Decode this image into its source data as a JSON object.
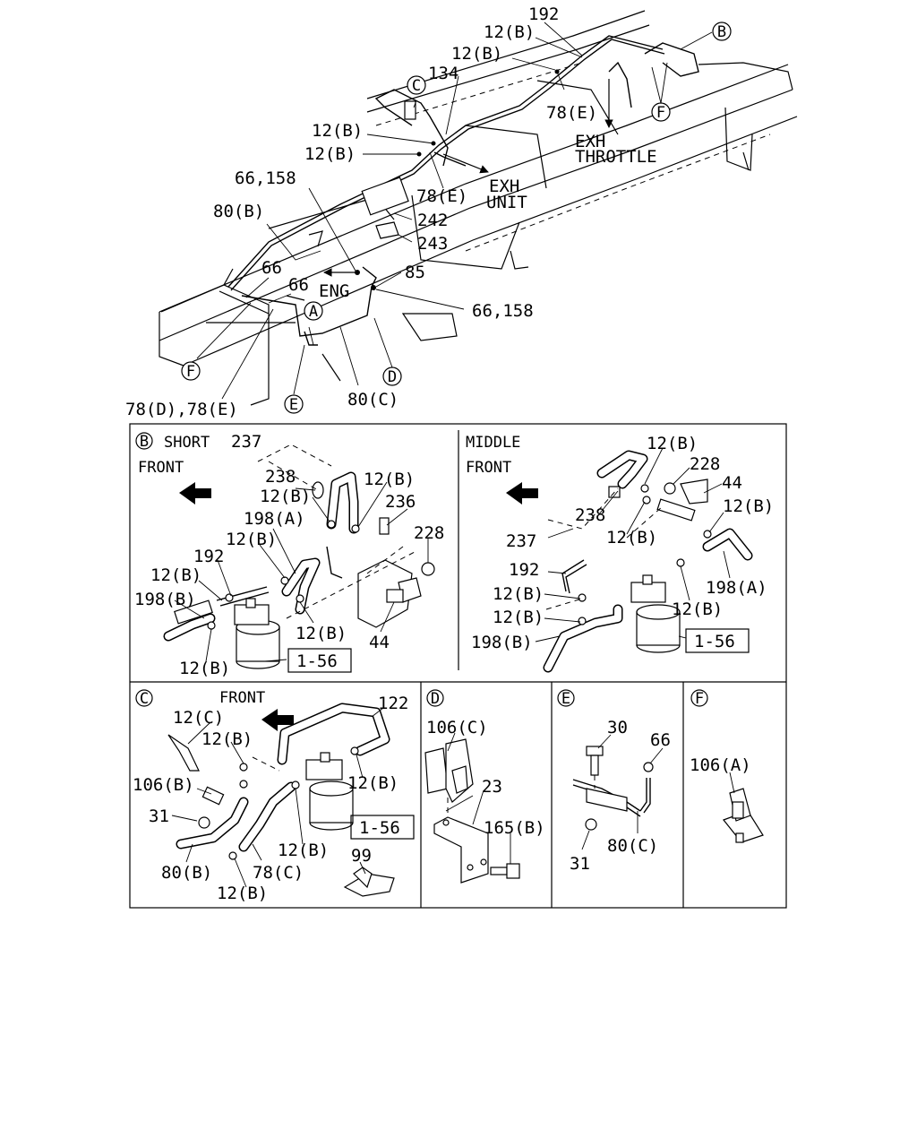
{
  "main": {
    "labels": {
      "p192": "192",
      "b12_1": "12(B)",
      "b12_2": "12(B)",
      "b134": "134",
      "b12_3": "12(B)",
      "b12_4": "12(B)",
      "e78_1": "78(E)",
      "e78_2": "78(E)",
      "l66_158_a": "66,158",
      "l80b": "80(B)",
      "l242": "242",
      "l243": "243",
      "l66_a": "66",
      "l66_b": "66",
      "l85": "85",
      "l66_158_b": "66,158",
      "l78d78e": "78(D),78(E)",
      "l80c": "80(C)",
      "exh1": "EXH",
      "unit": "UNIT",
      "exh2": "EXH",
      "throttle": "THROTTLE",
      "eng": "ENG"
    },
    "callouts": {
      "A": "A",
      "B": "B",
      "C": "C",
      "D": "D",
      "E": "E",
      "F": "F"
    }
  },
  "panels": {
    "b_short": {
      "letter": "B",
      "title": "SHORT",
      "front": "FRONT",
      "labels": {
        "p237": "237",
        "p238": "238",
        "b12_a": "12(B)",
        "b12_b": "12(B)",
        "p236": "236",
        "p198a": "198(A)",
        "p228": "228",
        "b12_c": "12(B)",
        "p192": "192",
        "b12_d": "12(B)",
        "p198b": "198(B)",
        "b12_e": "12(B)",
        "p44": "44",
        "b12_f": "12(B)",
        "ref": "1-56"
      }
    },
    "b_middle": {
      "title": "MIDDLE",
      "front": "FRONT",
      "labels": {
        "b12_a": "12(B)",
        "p228": "228",
        "p44": "44",
        "p238": "238",
        "b12_b": "12(B)",
        "b12_c": "12(B)",
        "p237": "237",
        "p192": "192",
        "b12_d": "12(B)",
        "p198a": "198(A)",
        "b12_e": "12(B)",
        "b12_f": "12(B)",
        "p198b": "198(B)",
        "ref": "1-56"
      }
    },
    "c": {
      "letter": "C",
      "front": "FRONT",
      "labels": {
        "p122": "122",
        "c12": "12(C)",
        "b12_a": "12(B)",
        "p106b": "106(B)",
        "b12_b": "12(B)",
        "p31": "31",
        "ref": "1-56",
        "b12_c": "12(B)",
        "p80b": "80(B)",
        "p78c": "78(C)",
        "b12_d": "12(B)",
        "p99": "99"
      }
    },
    "d": {
      "letter": "D",
      "labels": {
        "p106c": "106(C)",
        "p23": "23",
        "p165b": "165(B)"
      }
    },
    "e": {
      "letter": "E",
      "labels": {
        "p30": "30",
        "p66": "66",
        "p31": "31",
        "p80c": "80(C)"
      }
    },
    "f": {
      "letter": "F",
      "labels": {
        "p106a": "106(A)"
      }
    }
  }
}
